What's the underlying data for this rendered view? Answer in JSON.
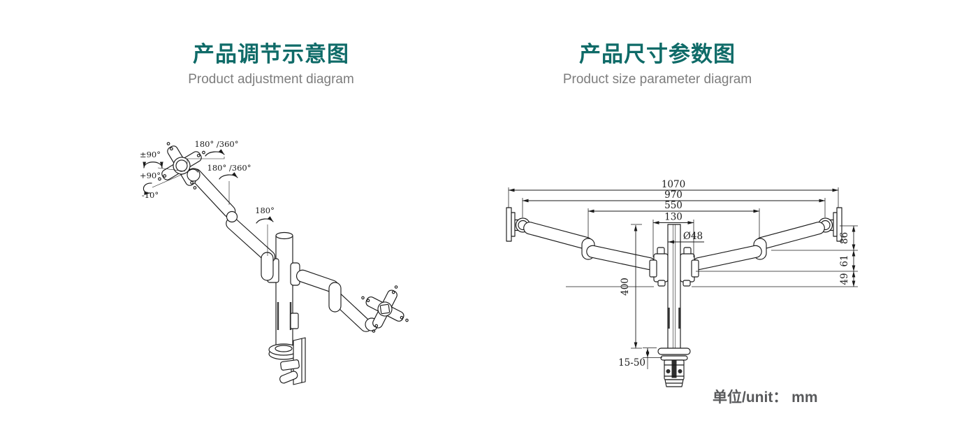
{
  "page": {
    "background": "#ffffff",
    "line_color": "#1a1a1a",
    "accent_color": "#0f6b68",
    "subtitle_color": "#7d7d7d",
    "unit_text_color": "#58595b"
  },
  "left_panel": {
    "title_zh": "产品调节示意图",
    "title_en": "Product adjustment diagram",
    "annotations": {
      "tilt_range": "±90°",
      "tilt_up": "+90°",
      "tilt_down": "-10°",
      "swivel_vesa": "180° /360°",
      "swivel_arm": "180° /360°",
      "swivel_pole": "180°"
    }
  },
  "right_panel": {
    "title_zh": "产品尺寸参数图",
    "title_en": "Product size parameter diagram",
    "dimensions": {
      "overall_width": "1070",
      "joint_span": "970",
      "arm_span": "550",
      "hub_span": "130",
      "pole_diameter": "Ø48",
      "pole_height": "400",
      "top_offset": "86",
      "mid_offset": "61",
      "hub_offset": "49",
      "clamp_range": "15-50"
    }
  },
  "footer": {
    "unit_label": "单位/unit： mm"
  }
}
